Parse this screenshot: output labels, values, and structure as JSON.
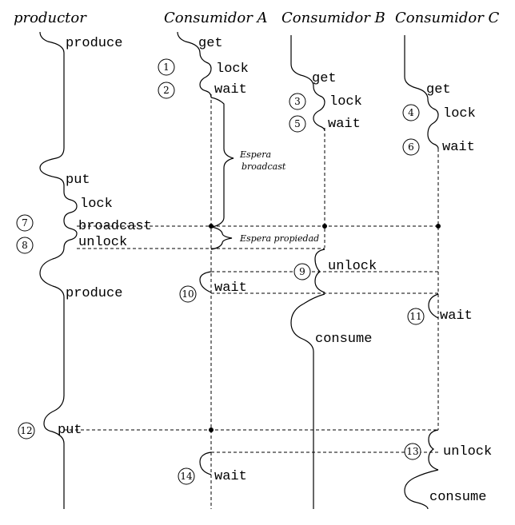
{
  "headers": {
    "productor": "productor",
    "consumidor_a": "Consumidor A",
    "consumidor_b": "Consumidor B",
    "consumidor_c": "Consumidor C"
  },
  "productor_ops": {
    "produce_1": "produce",
    "put_1": "put",
    "lock": "lock",
    "broadcast": "broadcast",
    "unlock": "unlock",
    "produce_2": "produce",
    "put_2": "put"
  },
  "consumidor_a_ops": {
    "get": "get",
    "lock": "lock",
    "wait_1": "wait",
    "wait_2": "wait",
    "wait_3": "wait"
  },
  "consumidor_b_ops": {
    "get": "get",
    "lock": "lock",
    "wait": "wait",
    "unlock": "unlock",
    "consume": "consume"
  },
  "consumidor_c_ops": {
    "get": "get",
    "lock": "lock",
    "wait_1": "wait",
    "wait_2": "wait",
    "unlock": "unlock",
    "consume": "consume"
  },
  "annotations": {
    "espera_broadcast_1": "Espera",
    "espera_broadcast_2": "broadcast",
    "espera_propiedad": "Espera propiedad"
  },
  "steps": [
    "1",
    "2",
    "3",
    "4",
    "5",
    "6",
    "7",
    "8",
    "9",
    "10",
    "11",
    "12",
    "13",
    "14"
  ]
}
